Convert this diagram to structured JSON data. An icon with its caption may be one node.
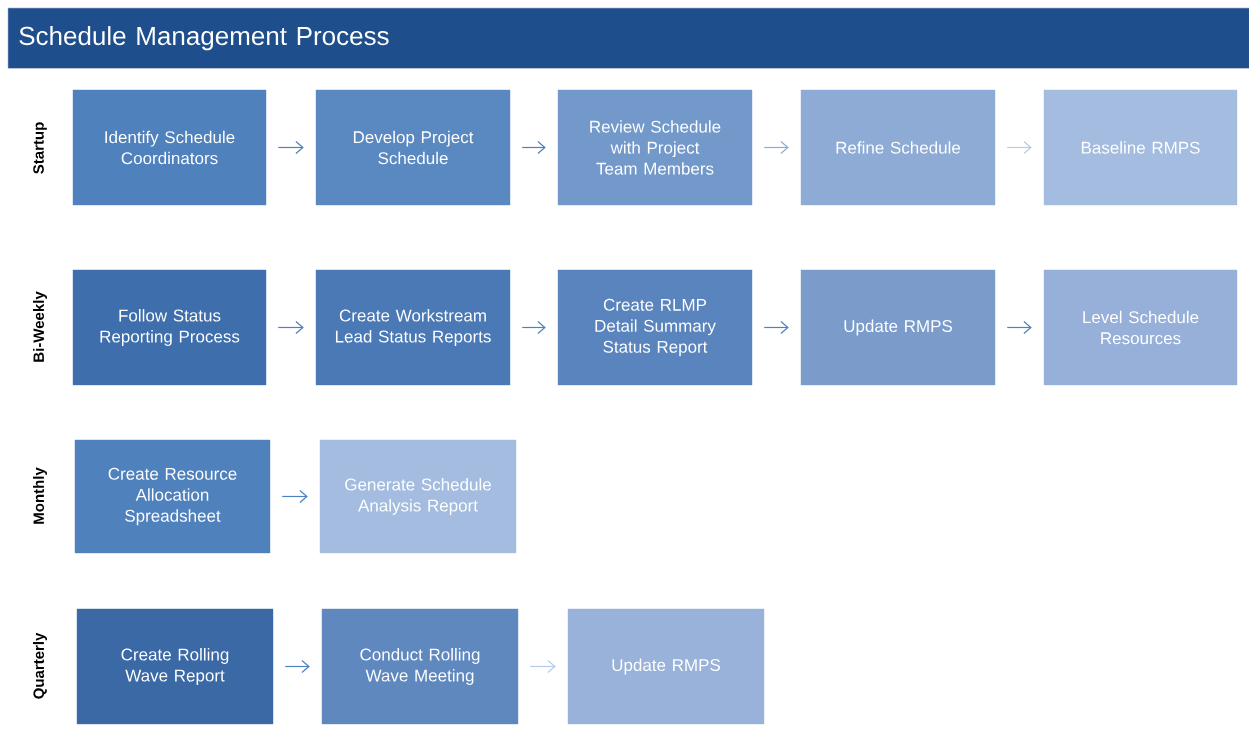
{
  "diagram": {
    "title": "Schedule Management Process",
    "nodes": [
      {
        "text": [
          "Identify Schedule Coordinators"
        ]
      },
      {
        "text": [
          "Develop Project Schedule"
        ]
      },
      {
        "text": [
          "Review Schedule with Project Team Members"
        ]
      },
      {
        "text": [
          "Refine Schedule"
        ]
      },
      {
        "text": [
          "Baseline RMPS"
        ]
      },
      {
        "text": [
          "Follow Status Reporting Process"
        ]
      },
      {
        "text": [
          "Create Workstream Lead Status Reports"
        ]
      },
      {
        "text": [
          "Create RLMP Detail Summary Status Report"
        ]
      },
      {
        "text": [
          "Update RMPS"
        ]
      },
      {
        "text": [
          "Level Schedule Resources"
        ]
      },
      {
        "text": [
          "Create Resource Allocation Spreadsheet"
        ]
      },
      {
        "text": [
          "Generate Schedule Analysis Report"
        ]
      },
      {
        "text": [
          "Create Rolling Wave Report"
        ]
      },
      {
        "text": [
          "Conduct Rolling Wave Meeting"
        ]
      },
      {
        "text": [
          "Update RMPS"
        ]
      }
    ],
    "edges": [
      {
        "from": 0,
        "to": 1,
        "arrow": "to"
      },
      {
        "from": 1,
        "to": 2,
        "arrow": "to"
      },
      {
        "from": 2,
        "to": 3,
        "arrow": "to",
        "color": "#8eabd5"
      },
      {
        "from": 3,
        "to": 4,
        "arrow": "to",
        "color": "#b8cbe6"
      },
      {
        "from": 5,
        "to": 6,
        "arrow": "to"
      },
      {
        "from": 6,
        "to": 7,
        "arrow": "to"
      },
      {
        "from": 7,
        "to": 8,
        "arrow": "to"
      },
      {
        "from": 8,
        "to": 9,
        "arrow": "to"
      },
      {
        "from": 10,
        "to": 11,
        "arrow": "to"
      },
      {
        "from": 12,
        "to": 13,
        "arrow": "to"
      },
      {
        "from": 13,
        "to": 14,
        "arrow": "to",
        "color": "#b8cbe6"
      }
    ],
    "labels": [
      "Startup",
      "Bi-Weekly",
      "Monthly",
      "Quarterly"
    ]
  }
}
